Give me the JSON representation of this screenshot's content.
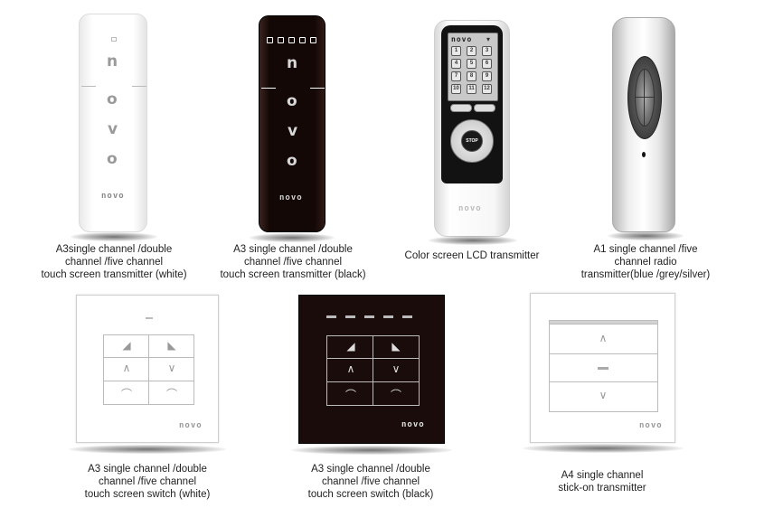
{
  "brand": "novo",
  "products": {
    "a3_white": {
      "letters": [
        "n",
        "o",
        "v",
        "o"
      ],
      "caption": [
        "A3single channel /double",
        "channel /five channel",
        "touch screen transmitter (white)"
      ]
    },
    "a3_black": {
      "letters": [
        "n",
        "o",
        "v",
        "o"
      ],
      "caption": [
        "A3 single channel /double",
        "channel /five channel",
        "touch screen transmitter (black)"
      ]
    },
    "lcd": {
      "keys": [
        "1",
        "2",
        "3",
        "4",
        "5",
        "6",
        "7",
        "8",
        "9",
        "10",
        "11",
        "12"
      ],
      "stop": "STOP",
      "caption": [
        "Color screen LCD transmitter"
      ]
    },
    "a1": {
      "caption": [
        "A1 single channel /five",
        "channel radio",
        "transmitter(blue /grey/silver)"
      ]
    },
    "switch_white": {
      "caption": [
        "A3 single channel /double",
        "channel /five channel",
        "touch screen switch (white)"
      ]
    },
    "switch_black": {
      "caption": [
        "A3 single channel /double",
        "channel /five channel",
        "touch screen switch (black)"
      ]
    },
    "a4": {
      "caption": [
        "A4 single channel",
        "stick-on transmitter"
      ]
    }
  },
  "icons": {
    "up": "chevron-up-icon",
    "down": "chevron-down-icon",
    "stop": "stop-dash-icon",
    "tilt": "tilt-arrow-icon",
    "curve": "curve-arrow-icon"
  },
  "colors": {
    "black_panel": "#1a0c0a",
    "white_panel": "#ffffff",
    "accent_grey": "#9a9a9a"
  }
}
